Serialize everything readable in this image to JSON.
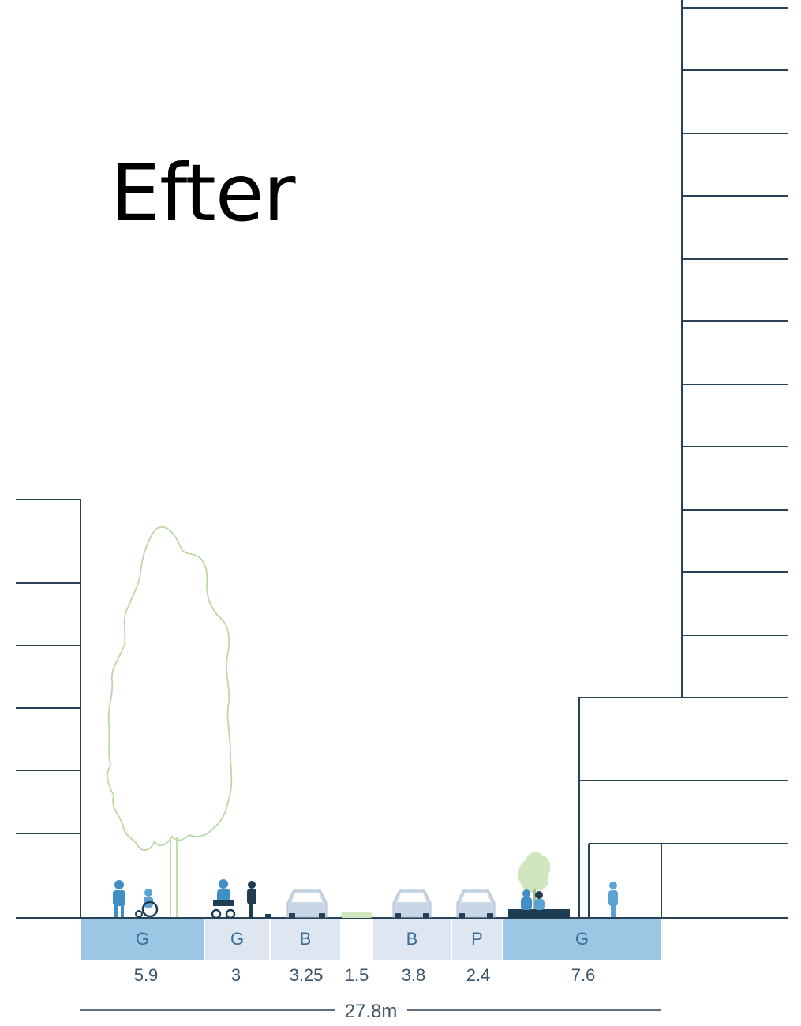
{
  "title": "Efter",
  "colors": {
    "line": "#2a4258",
    "zone_dark": "#9cc7e4",
    "zone_light": "#dde6f1",
    "figure": "#3f8fc4",
    "figure_dark": "#1f3c55",
    "car": "#c7d7e6",
    "tree": "#b9d9a6",
    "label": "#3d5466"
  },
  "zones": [
    {
      "code": "G",
      "width": "5.9"
    },
    {
      "code": "G",
      "width": "3"
    },
    {
      "code": "B",
      "width": "3.25"
    },
    {
      "code": "",
      "width": "1.5"
    },
    {
      "code": "B",
      "width": "3.8"
    },
    {
      "code": "P",
      "width": "2.4"
    },
    {
      "code": "G",
      "width": "7.6"
    }
  ],
  "total_width": "27.8m"
}
